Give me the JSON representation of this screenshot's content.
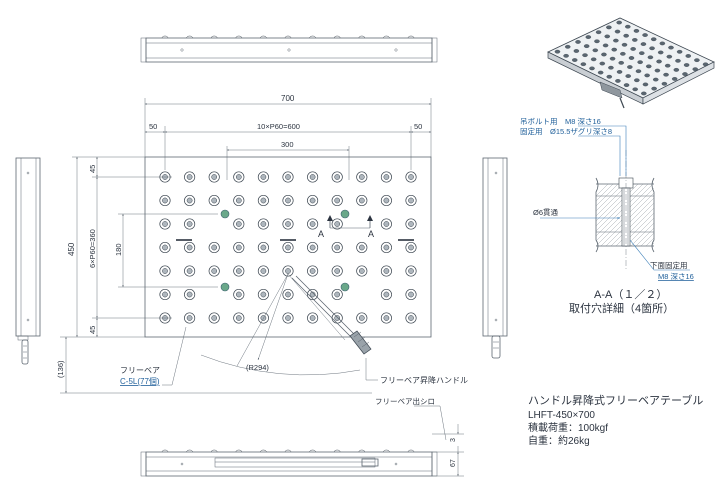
{
  "dims": {
    "overall_width": "700",
    "margin_left": "50",
    "pitch_total": "10×P60=600",
    "margin_right": "50",
    "pitch_300": "300",
    "height_450": "450",
    "top_45": "45",
    "pitch_vertical": "6×P60=360",
    "dim_180": "180",
    "bottom_45": "45",
    "dim_136": "(136)",
    "radius": "(R294)",
    "side_3": "3",
    "side_67": "67"
  },
  "section_marks": {
    "left": "A",
    "right": "A"
  },
  "labels": {
    "free_bear": "フリーベア",
    "free_bear_model": "C-5L(77個)",
    "handle": "フリーベア昇降ハンドル",
    "bear_margin": "フリーベア出シロ"
  },
  "detail": {
    "callout_1": "吊ボルト用　M8 深さ16",
    "callout_2": "固定用　Ø15.5ザグリ深さ8",
    "through_hole": "Ø6貫通",
    "bottom_fix_1": "下面固定用",
    "bottom_fix_2": "M8 深さ16",
    "title_1": "A-A（１／２）",
    "title_2": "取付穴詳細（4箇所）"
  },
  "spec": {
    "name": "ハンドル昇降式フリーベアテーブル",
    "model": "LHFT-450×700",
    "load": "積載荷重：100kgf",
    "weight": "自重：約26kg"
  }
}
